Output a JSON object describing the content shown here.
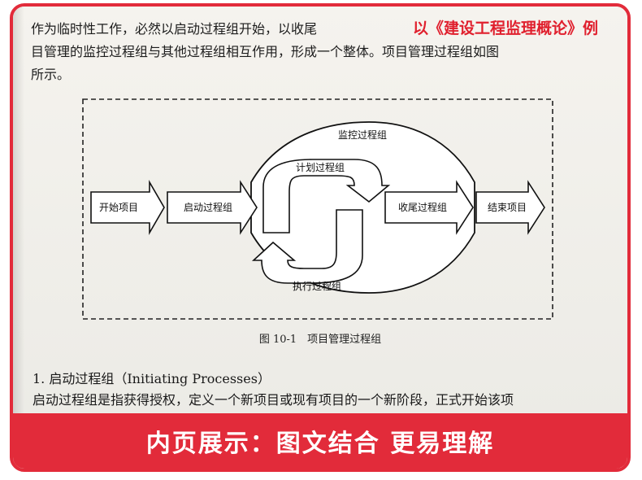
{
  "overlay_tag": "以《建设工程监理概论》例",
  "intro_lines": [
    "作为临时性工作，必然以启动过程组开始，以收尾",
    "目管理的监控过程组与其他过程组相互作用，形成一个整体。项目管理过程组如图",
    "所示。"
  ],
  "diagram": {
    "start": "开始项目",
    "initiating": "启动过程组",
    "monitoring": "监控过程组",
    "planning": "计划过程组",
    "executing": "执行过程组",
    "closing": "收尾过程组",
    "end": "结束项目"
  },
  "figure_caption": "图 10-1　项目管理过程组",
  "section_title": "1. 启动过程组（Initiating Processes）",
  "section_text": "启动过程组是指获得授权，定义一个新项目或现有项目的一个新阶段，正式开始该项",
  "banner_text": "内页展示：图文结合  更易理解"
}
